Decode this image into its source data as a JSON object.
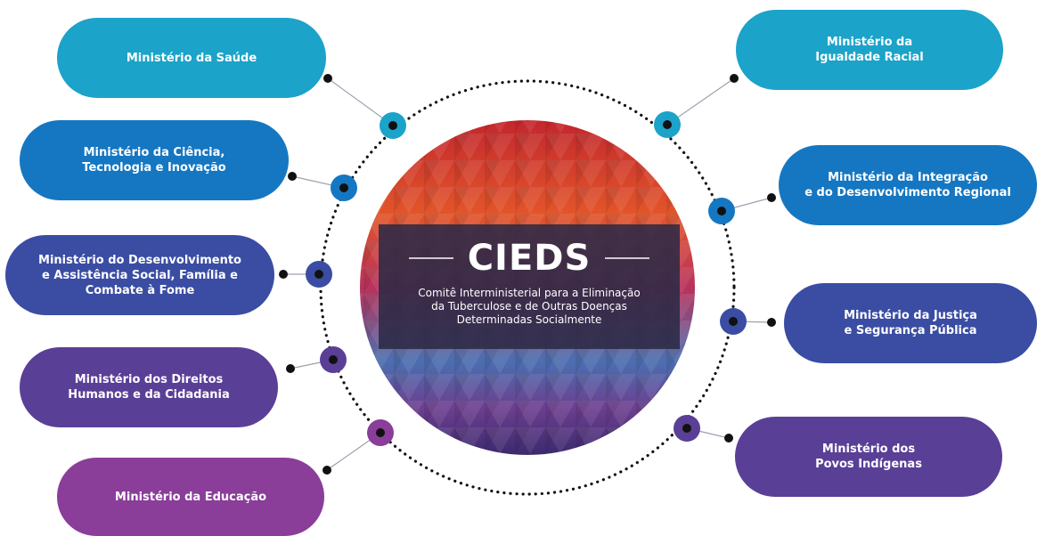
{
  "center": {
    "title": "CIEDS",
    "subtitle": "Comitê Interministerial para a Eliminação\nda Tuberculose e de Outras Doenças\nDeterminadas Socialmente"
  },
  "ministries": [
    {
      "id": "saude",
      "label": "Ministério da Saúde",
      "color": "#1ba3c9"
    },
    {
      "id": "ciencia",
      "label": "Ministério da Ciência,\nTecnologia e Inovação",
      "color": "#1577c2"
    },
    {
      "id": "desenvolvimento-social",
      "label": "Ministério do Desenvolvimento\ne Assistência Social, Família e\nCombate à Fome",
      "color": "#3a4da3"
    },
    {
      "id": "direitos-humanos",
      "label": "Ministério dos Direitos\nHumanos e da Cidadania",
      "color": "#5a3f97"
    },
    {
      "id": "educacao",
      "label": "Ministério da Educação",
      "color": "#8a3d99"
    },
    {
      "id": "igualdade-racial",
      "label": "Ministério da\nIgualdade Racial",
      "color": "#1ba3c9"
    },
    {
      "id": "integracao",
      "label": "Ministério da Integração\ne do Desenvolvimento Regional",
      "color": "#1577c2"
    },
    {
      "id": "justica",
      "label": "Ministério da Justiça\ne Segurança Pública",
      "color": "#3a4da3"
    },
    {
      "id": "povos-indigenas",
      "label": "Ministério dos\nPovos Indígenas",
      "color": "#5a3f97"
    }
  ]
}
